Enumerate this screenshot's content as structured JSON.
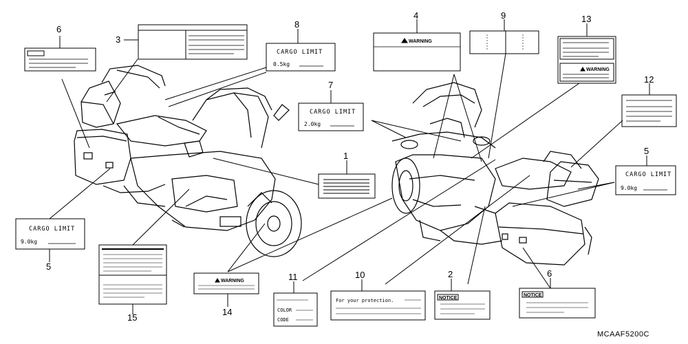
{
  "labels": {
    "n1": "1",
    "n2": "2",
    "n3": "3",
    "n4": "4",
    "n5a": "5",
    "n5b": "5",
    "n6a": "6",
    "n6b": "6",
    "n7": "7",
    "n8": "8",
    "n9": "9",
    "n10": "10",
    "n11": "11",
    "n12": "12",
    "n13": "13",
    "n14": "14",
    "n15": "15"
  },
  "cargo_limit": {
    "title": "CARGO LIMIT",
    "value_8": "0.5kg",
    "value_7": "2.0kg",
    "value_5_right": "9.0kg",
    "value_5_left": "9.0kg"
  },
  "warning_text": "WARNING",
  "notice_text": "NOTICE",
  "protection_text": "For your protection.",
  "label_11": {
    "color": "COLOR",
    "code": "CODE"
  },
  "figure_code": "MCAAF5200C"
}
